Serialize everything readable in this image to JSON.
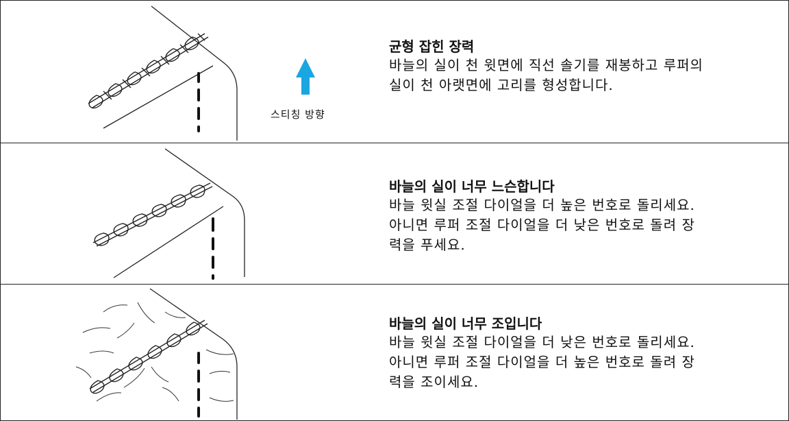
{
  "direction_label": "스티칭 방향",
  "sections": [
    {
      "title": "균형 잡힌 장력",
      "desc_lines": [
        "바늘의 실이 천 윗면에 직선 솔기를 재봉하고 루퍼의",
        "실이 천 아랫면에 고리를 형성합니다."
      ]
    },
    {
      "title": "바늘의 실이 너무 느슨합니다",
      "desc_lines": [
        "바늘 윗실 조절 다이얼을 더 높은 번호로 돌리세요.",
        "아니면 루퍼 조절 다이얼을 더 낮은 번호로 돌려 장",
        "력을 푸세요."
      ]
    },
    {
      "title": "바늘의 실이 너무 조입니다",
      "desc_lines": [
        "바늘 윗실 조절 다이얼을 더 낮은 번호로 돌리세요.",
        "아니면 루퍼 조절 다이얼을 더 높은 번호로 돌려 장",
        "력을 조이세요."
      ]
    }
  ],
  "arrow_color": "#1aa6e0"
}
